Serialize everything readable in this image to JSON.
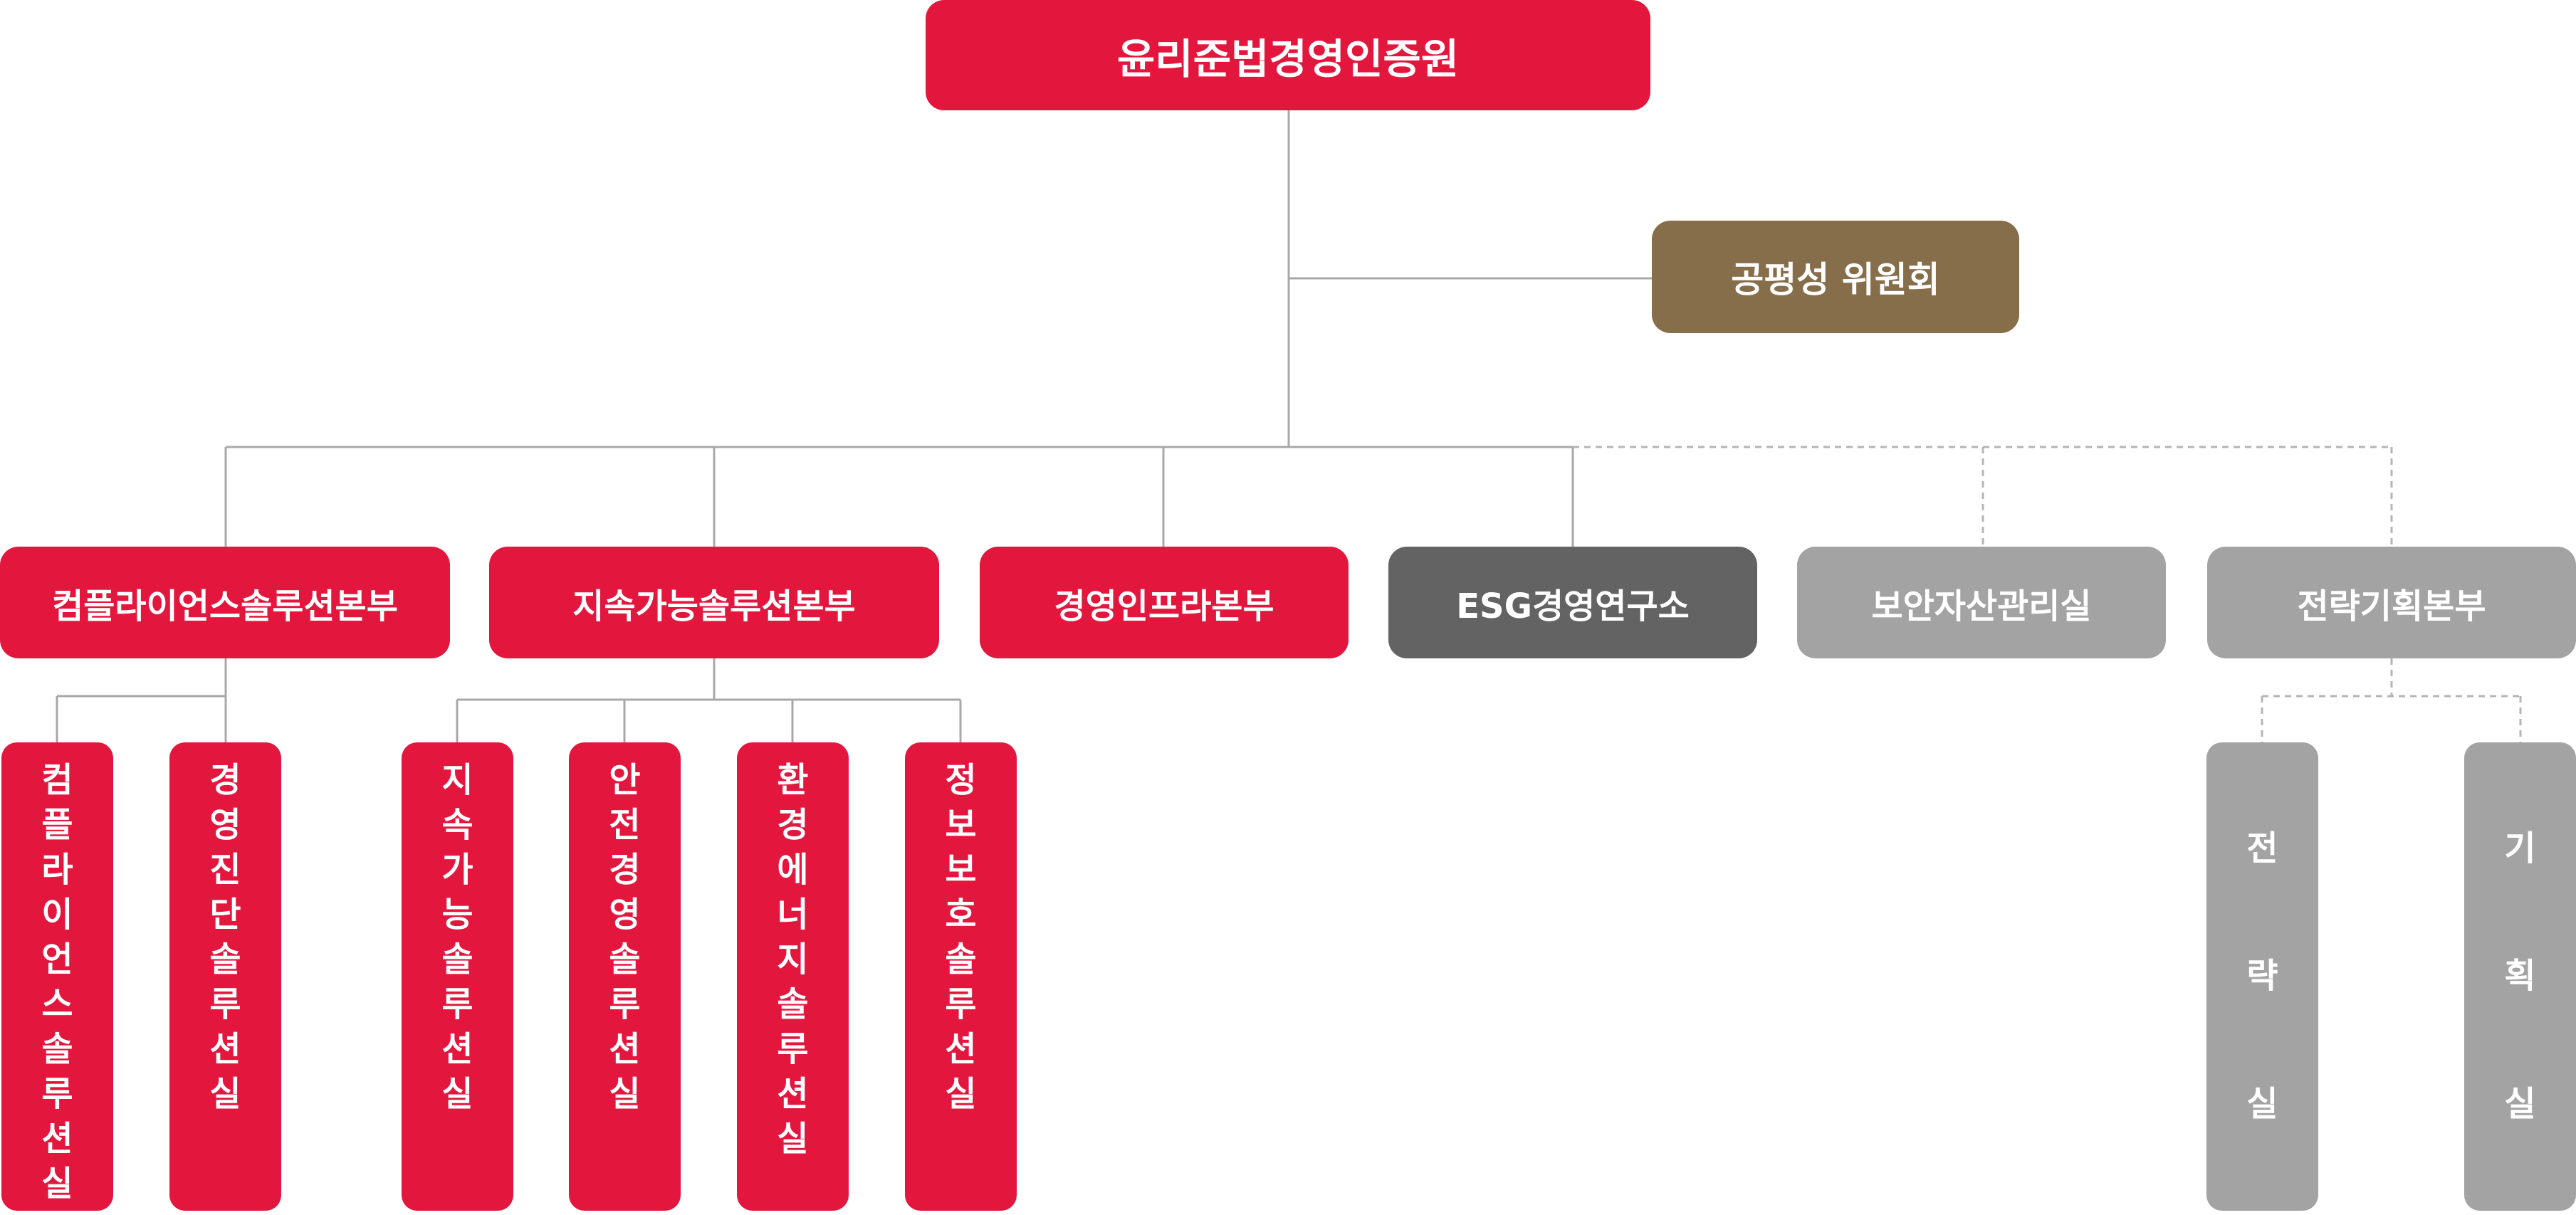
{
  "root": {
    "label": "윤리준법경영인증원",
    "color": "#e3173d"
  },
  "committee": {
    "label": "공평성 위원회",
    "color": "#876e4b"
  },
  "divisions": [
    {
      "label": "컴플라이언스솔루션본부",
      "color": "#e3173d"
    },
    {
      "label": "지속가능솔루션본부",
      "color": "#e3173d"
    },
    {
      "label": "경영인프라본부",
      "color": "#e3173d"
    },
    {
      "label": "ESG경영연구소",
      "color": "#636363"
    },
    {
      "label": "보안자산관리실",
      "color": "#a3a3a3"
    },
    {
      "label": "전략기획본부",
      "color": "#a3a3a3"
    }
  ],
  "offices": {
    "compliance": [
      "컴플라이언스솔루션실",
      "경영진단솔루션실"
    ],
    "sustainability": [
      "지속가능솔루션실",
      "안전경영솔루션실",
      "환경에너지솔루션실",
      "정보보호솔루션실"
    ],
    "strategy": [
      "전략실",
      "기획실"
    ]
  },
  "connector_styles": {
    "solid": "#a3a3a3",
    "dashed": "#b5b5b5"
  }
}
